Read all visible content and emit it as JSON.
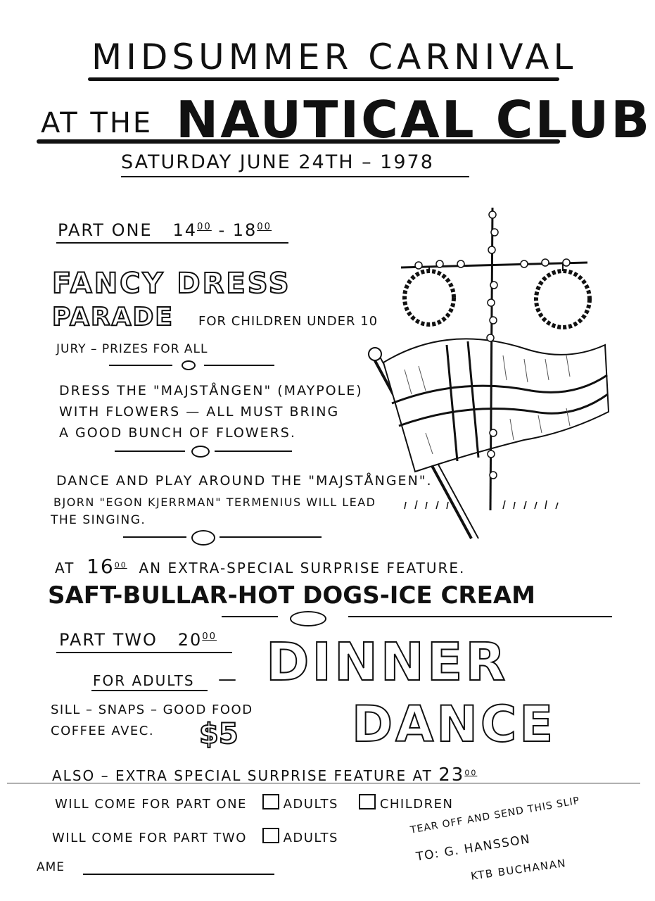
{
  "header": {
    "line1": "MIDSUMMER CARNIVAL",
    "prefix": "AT THE",
    "club": "NAUTICAL CLUB",
    "date": "SATURDAY JUNE 24th – 1978"
  },
  "part_one": {
    "heading": "PART ONE",
    "time_from": "14",
    "time_from_sup": "00",
    "time_to": "18",
    "time_to_sup": "00",
    "fancy": "FANCY DRESS",
    "parade": "PARADE",
    "parade_note": "FOR CHILDREN UNDER 10",
    "jury": "JURY – PRIZES FOR ALL",
    "dress_line1": "DRESS THE \"MAJSTÅNGEN\" (MAYPOLE)",
    "dress_line2": "WITH FLOWERS — ALL MUST BRING",
    "dress_line3": "A GOOD BUNCH OF FLOWERS.",
    "dance_line1": "DANCE AND PLAY AROUND THE \"MAJSTÅNGEN\".",
    "dance_line2": "BJORN \"EGON KJERRMAN\" TERMENIUS WILL LEAD",
    "dance_line3": "THE SINGING.",
    "surprise_at": "AT",
    "surprise_time": "16",
    "surprise_time_sup": "00",
    "surprise_text": "AN EXTRA-SPECIAL SURPRISE FEATURE."
  },
  "food_banner": "SAFT-BULLAR-HOT DOGS-ICE CREAM",
  "part_two": {
    "heading": "PART TWO",
    "time": "20",
    "time_sup": "00",
    "for_adults": "FOR ADULTS",
    "dash": "—",
    "dinner": "DINNER",
    "dance": "DANCE",
    "menu_line1": "SILL – SNAPS – GOOD FOOD",
    "menu_line2": "COFFEE AVEC.",
    "price": "$5",
    "also": "ALSO – EXTRA SPECIAL SURPRISE FEATURE AT",
    "also_time": "23",
    "also_time_sup": "00"
  },
  "slip": {
    "row1_text": "WILL COME FOR PART ONE",
    "row1_opt1": "ADULTS",
    "row1_opt2": "CHILDREN",
    "row2_text": "WILL COME FOR PART TWO",
    "row2_opt1": "ADULTS",
    "name_label": "AME",
    "tear_line1": "TEAR OFF AND SEND THIS SLIP",
    "tear_line2": "TO: G. HANSSON",
    "tear_line3": "KTB BUCHANAN"
  }
}
